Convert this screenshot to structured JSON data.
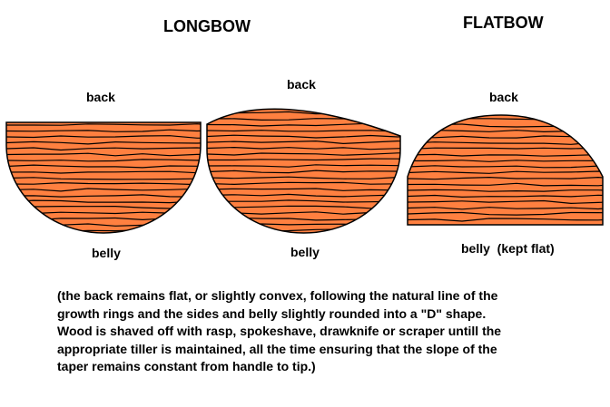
{
  "titles": {
    "longbow": "LONGBOW",
    "flatbow": "FLATBOW"
  },
  "sections": [
    {
      "back": "back",
      "belly": "belly"
    },
    {
      "back": "back",
      "belly": "belly"
    },
    {
      "back": "back",
      "belly": "belly  (kept flat)"
    }
  ],
  "caption": [
    "(the back remains flat, or slightly convex, following the natural line of the",
    "growth rings and the sides and belly slightly rounded into a \"D\" shape.",
    "Wood is shaved off with rasp, spokeshave, drawknife or scraper untill the",
    "appropriate tiller is maintained, all the time ensuring that the slope of the",
    "taper remains constant from handle to tip.)"
  ],
  "colors": {
    "wood": "#FF8040",
    "ring": "#000000"
  }
}
